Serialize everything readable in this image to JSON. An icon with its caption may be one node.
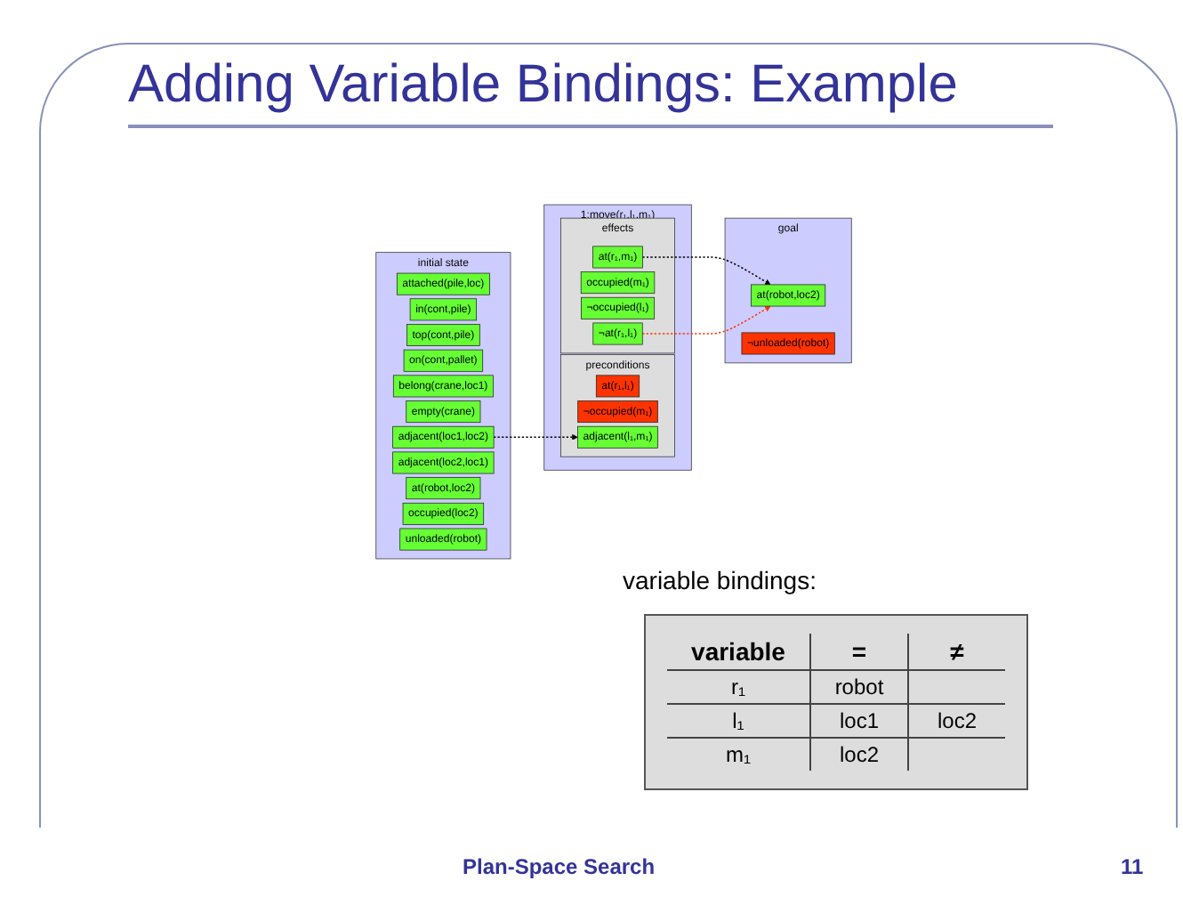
{
  "diagram": {
    "title": "Adding Variable Bindings: Example",
    "nodes": [
      {
        "text": [
          "initial state"
        ]
      },
      {
        "text": [
          "attached(pile,loc)"
        ],
        "in": 0
      },
      {
        "text": [
          "in(cont,pile)"
        ],
        "in": 0
      },
      {
        "text": [
          "top(cont,pile)"
        ],
        "in": 0
      },
      {
        "text": [
          "on(cont,pallet)"
        ],
        "in": 0
      },
      {
        "text": [
          "belong(crane,loc1)"
        ],
        "in": 0
      },
      {
        "text": [
          "empty(crane)"
        ],
        "in": 0
      },
      {
        "text": [
          "adjacent(loc1,loc2)"
        ],
        "in": 0
      },
      {
        "text": [
          "adjacent(loc2,loc1)"
        ],
        "in": 0
      },
      {
        "text": [
          "at(robot,loc2)"
        ],
        "in": 0
      },
      {
        "text": [
          "occupied(loc2)"
        ],
        "in": 0
      },
      {
        "text": [
          "unloaded(robot)"
        ],
        "in": 0
      },
      {
        "text": [
          "1:move(r₁,l₁,m₁)"
        ]
      },
      {
        "text": [
          "preconditions"
        ],
        "in": 12
      },
      {
        "text": [
          "at(r₁,l₁)"
        ],
        "in": 13
      },
      {
        "text": [
          "¬occupied(m₁)"
        ],
        "in": 13
      },
      {
        "text": [
          "adjacent(l₁,m₁)"
        ],
        "in": 13
      },
      {
        "text": [
          "effects"
        ],
        "in": 12
      },
      {
        "text": [
          "at(r₁,m₁)"
        ],
        "in": 17
      },
      {
        "text": [
          "occupied(m₁)"
        ],
        "in": 17
      },
      {
        "text": [
          "¬occupied(l₁)"
        ],
        "in": 17
      },
      {
        "text": [
          "¬at(r₁,l₁)"
        ],
        "in": 17
      },
      {
        "text": [
          "goal"
        ]
      },
      {
        "text": [
          "at(robot,loc2)"
        ],
        "in": 22
      },
      {
        "text": [
          "¬unloaded(robot)"
        ],
        "in": 22
      }
    ],
    "edges": [
      {
        "from": 7,
        "to": 16,
        "arrow": "to",
        "style": "dashed"
      },
      {
        "from": 18,
        "to": 23,
        "arrow": "to",
        "style": "dashed"
      },
      {
        "from": 21,
        "to": 23,
        "arrow": "to",
        "style": "dashed",
        "color": "#ff3300"
      }
    ],
    "labels": [
      "variable bindings:",
      "variable",
      "=",
      "≠",
      "r₁",
      "robot",
      "l₁",
      "loc1",
      "loc2",
      "m₁",
      "loc2",
      "Plan-Space Search",
      "11"
    ]
  }
}
